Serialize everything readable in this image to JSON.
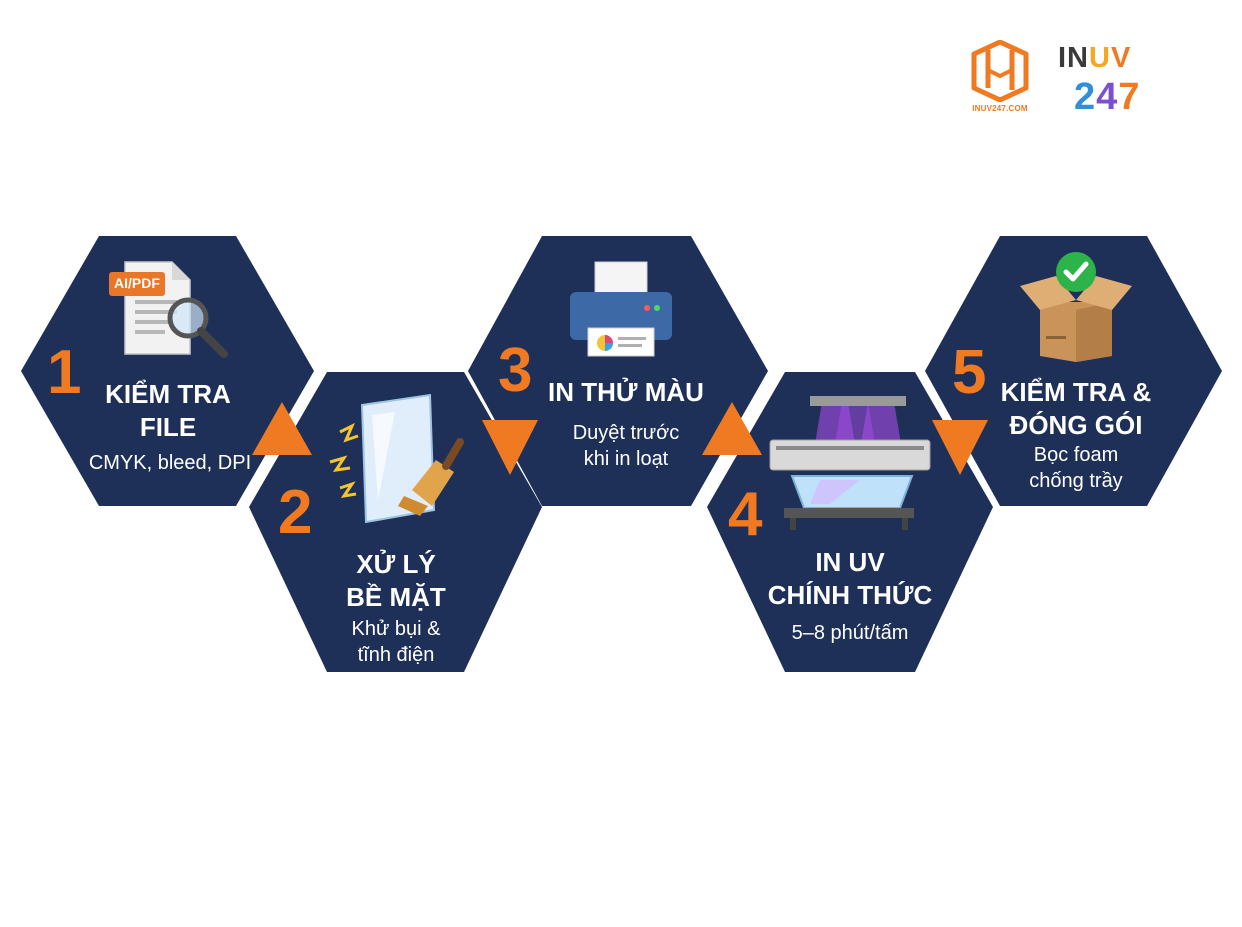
{
  "logo": {
    "domain": "INUV247.COM",
    "brand_in": "IN",
    "brand_u": "U",
    "brand_v": "V",
    "brand_2": "2",
    "brand_4": "4",
    "brand_7": "7"
  },
  "colors": {
    "hex_fill": "#1e3058",
    "accent_orange": "#f07a22",
    "brand_blue": "#2f8fd8",
    "brand_purple": "#7b4fd0",
    "text_white": "#ffffff"
  },
  "steps": [
    {
      "number": "1",
      "title_line1": "KIỂM TRA",
      "title_line2": "FILE",
      "desc_line1": "CMYK, bleed, DPI",
      "desc_line2": "",
      "icon": "file-search-icon",
      "file_tag": "AI/PDF"
    },
    {
      "number": "2",
      "title_line1": "XỬ LÝ",
      "title_line2": "BỀ MẶT",
      "desc_line1": "Khử bụi &",
      "desc_line2": "tĩnh điện",
      "icon": "glass-brush-icon"
    },
    {
      "number": "3",
      "title_line1": "IN THỬ MÀU",
      "title_line2": "",
      "desc_line1": "Duyệt trước",
      "desc_line2": "khi in loạt",
      "icon": "printer-icon"
    },
    {
      "number": "4",
      "title_line1": "IN UV",
      "title_line2": "CHÍNH THỨC",
      "desc_line1": "5–8 phút/tấm",
      "desc_line2": "",
      "icon": "uv-printer-icon"
    },
    {
      "number": "5",
      "title_line1": "KIỂM TRA &",
      "title_line2": "ĐÓNG GÓI",
      "desc_line1": "Bọc foam",
      "desc_line2": "chống trầy",
      "icon": "package-check-icon"
    }
  ]
}
